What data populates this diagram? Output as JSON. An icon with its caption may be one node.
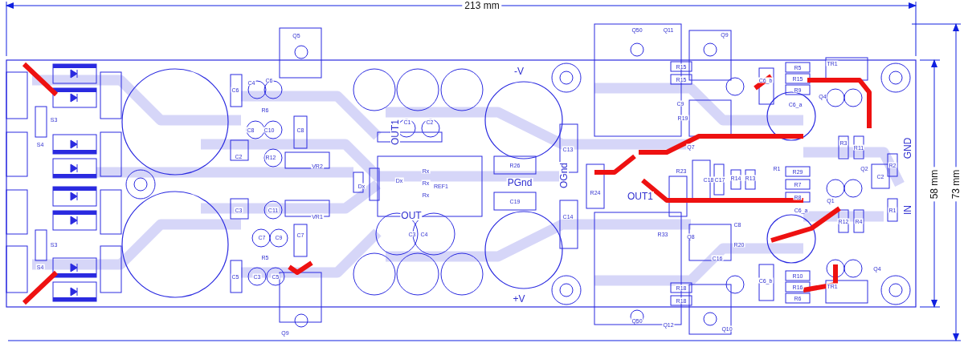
{
  "diagram": {
    "labels": [
      "213 mm",
      "58 mm",
      "73 mm",
      "S3",
      "S4",
      "S3",
      "S4",
      "Q5",
      "C6",
      "C4",
      "C6",
      "R6",
      "C8",
      "C10",
      "C8",
      "C2",
      "R12",
      "VR2",
      "C3",
      "C11",
      "VR1",
      "C7",
      "C9",
      "C7",
      "R5",
      "C5",
      "C3",
      "C5",
      "Q9",
      "-V",
      "C1",
      "C2",
      "OUT1",
      "C13",
      "R26",
      "Rx",
      "Dx",
      "Rx",
      "REF1",
      "PGnd",
      "OGnd",
      "Dx",
      "Rx",
      "C19",
      "C14",
      "OUT",
      "C3",
      "C4",
      "+V",
      "Q50",
      "Q11",
      "Q9",
      "R15",
      "R15",
      "C6_b",
      "C9",
      "R19",
      "Q7",
      "R23",
      "C18",
      "C17",
      "R14",
      "R13",
      "R24",
      "OUT1",
      "C8",
      "R33",
      "Q8",
      "R20",
      "C16",
      "C6_b",
      "R18",
      "R18",
      "Q50",
      "Q12",
      "Q10",
      "R5",
      "TR1",
      "R15",
      "R9",
      "C6_a",
      "Q4",
      "R3",
      "R11",
      "GND",
      "R2",
      "C2",
      "R1",
      "R29",
      "R7",
      "R8",
      "Q2",
      "Q1",
      "C6_a",
      "IN",
      "R1",
      "R12",
      "R4",
      "Q4",
      "R10",
      "R16",
      "TR1",
      "R6"
    ]
  }
}
